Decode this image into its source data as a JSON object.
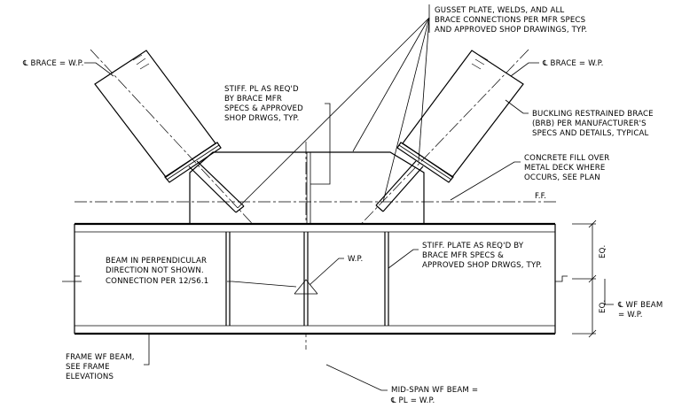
{
  "notes": {
    "brace_left_cl": "℄ BRACE = W.P.",
    "brace_right_cl": "℄ BRACE = W.P.",
    "gusset": [
      "GUSSET PLATE, WELDS, AND ALL",
      "BRACE CONNECTIONS PER MFR SPECS",
      "AND APPROVED SHOP DRAWINGS, TYP."
    ],
    "stiff_pl_top": [
      "STIFF. PL AS REQ'D",
      "BY BRACE MFR",
      "SPECS & APPROVED",
      "SHOP DRWGS, TYP."
    ],
    "brb": [
      "BUCKLING RESTRAINED BRACE",
      "(BRB) PER MANUFACTURER'S",
      "SPECS AND DETAILS, TYPICAL"
    ],
    "concrete": [
      "CONCRETE FILL OVER",
      "METAL DECK WHERE",
      "OCCURS, SEE PLAN"
    ],
    "ff": "F.F.",
    "beam_perp": [
      "BEAM IN PERPENDICULAR",
      "DIRECTION NOT SHOWN.",
      "CONNECTION PER 12/S6.1"
    ],
    "wp": "W.P.",
    "stiff_plate_right": [
      "STIFF. PLATE AS REQ'D BY",
      "BRACE MFR SPECS &",
      "APPROVED SHOP DRWGS, TYP."
    ],
    "eq_top": "EQ.",
    "eq_bottom": "EQ.",
    "wf_beam_cl": [
      "℄ WF BEAM",
      "= W.P."
    ],
    "frame_wf": [
      "FRAME WF BEAM,",
      "SEE FRAME",
      "ELEVATIONS"
    ],
    "midspan": [
      "MID-SPAN WF BEAM =",
      "℄ PL = W.P."
    ]
  }
}
